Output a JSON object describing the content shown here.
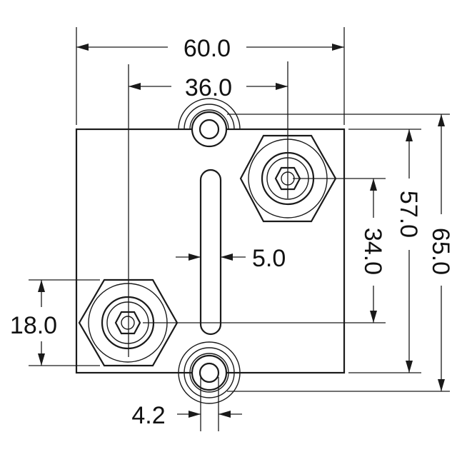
{
  "dimensions": {
    "overall_width": "60.0",
    "terminal_spacing": "36.0",
    "slot_width": "5.0",
    "body_height": "57.0",
    "terminal_vertical_offset": "34.0",
    "overall_height": "65.0",
    "lower_terminal_height": "18.0",
    "mounting_hole": "4.2"
  },
  "colors": {
    "line": "#1a1a1a",
    "background": "#ffffff"
  }
}
